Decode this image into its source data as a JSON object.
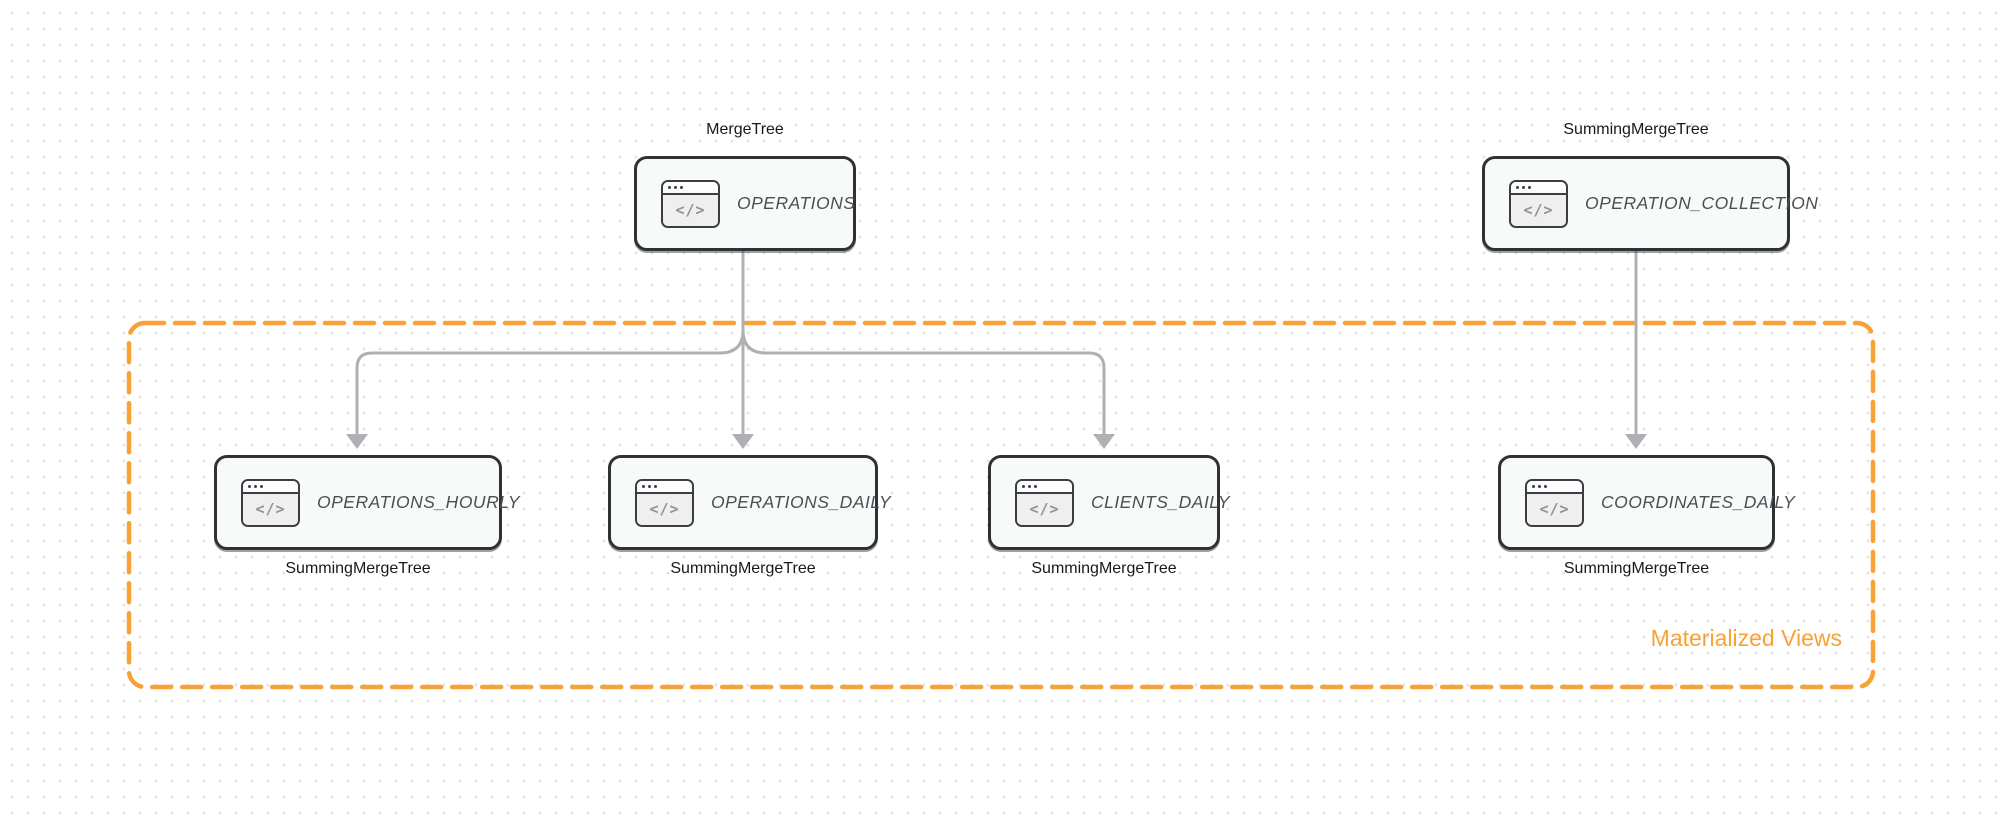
{
  "diagram": {
    "group_label": "Materialized Views",
    "nodes": [
      {
        "id": "operations",
        "name": "OPERATIONS",
        "engine": "MergeTree",
        "engine_label_position": "top"
      },
      {
        "id": "operation_collection",
        "name": "OPERATION_COLLECTION",
        "engine": "SummingMergeTree",
        "engine_label_position": "top"
      },
      {
        "id": "operations_hourly",
        "name": "OPERATIONS_HOURLY",
        "engine": "SummingMergeTree",
        "engine_label_position": "bottom"
      },
      {
        "id": "operations_daily",
        "name": "OPERATIONS_DAILY",
        "engine": "SummingMergeTree",
        "engine_label_position": "bottom"
      },
      {
        "id": "clients_daily",
        "name": "CLIENTS_DAILY",
        "engine": "SummingMergeTree",
        "engine_label_position": "bottom"
      },
      {
        "id": "coordinates_daily",
        "name": "COORDINATES_DAILY",
        "engine": "SummingMergeTree",
        "engine_label_position": "bottom"
      }
    ],
    "edges": [
      {
        "from": "OPERATIONS",
        "to": "OPERATIONS_HOURLY"
      },
      {
        "from": "OPERATIONS",
        "to": "OPERATIONS_DAILY"
      },
      {
        "from": "OPERATIONS",
        "to": "CLIENTS_DAILY"
      },
      {
        "from": "OPERATION_COLLECTION",
        "to": "COORDINATES_DAILY"
      }
    ],
    "node_icon": "code-window",
    "colors": {
      "accent_orange": "#F8A136",
      "edge_gray": "#AFB0B3",
      "node_border": "#2E3236",
      "node_fill": "#F8F9F9",
      "node_text": "#4C5055",
      "label_text": "#17191C",
      "dot_grid": "#E1E2E4"
    }
  }
}
